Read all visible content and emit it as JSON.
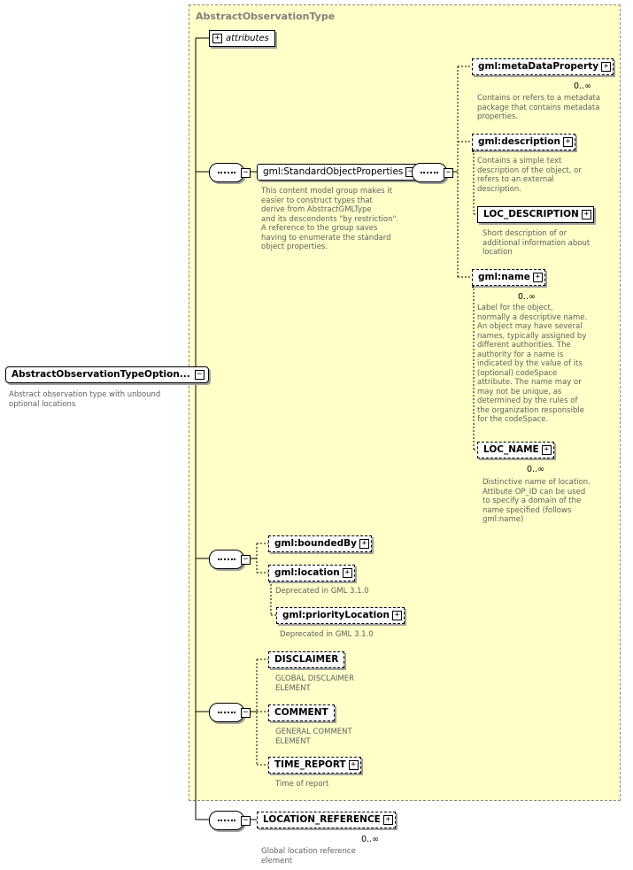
{
  "complex_type": {
    "title": "AbstractObservationType"
  },
  "root": {
    "label": "AbstractObservationTypeOption...",
    "description": "Abstract observation type with unbound\noptional locations"
  },
  "attributes": {
    "label": "attributes"
  },
  "group": {
    "label": "gml:StandardObjectProperties",
    "description": "This content model group makes it\neasier to construct types that\n        derive from AbstractGMLType\nand its descendents \"by restriction\".\n        A reference to the group saves\nhaving to enumerate the standard\nobject properties."
  },
  "elements": {
    "meta": {
      "label": "gml:metaDataProperty",
      "card": "0..∞",
      "description": "Contains or refers to a metadata\npackage that contains metadata\nproperties."
    },
    "description_el": {
      "label": "gml:description",
      "description": "Contains a simple text\ndescription of the object, or\nrefers to an external\ndescription."
    },
    "loc_description": {
      "label": "LOC_DESCRIPTION",
      "description": "Short description of or\nadditional information about\nlocation"
    },
    "name": {
      "label": "gml:name",
      "card": "0..∞",
      "description": "Label for the object,\nnormally a descriptive name.\nAn object may have several\nnames, typically assigned by\ndifferent authorities.  The\nauthority for a name is\nindicated by the value of its\n(optional) codeSpace\nattribute.  The name may or\nmay not be unique, as\ndetermined by the rules of\nthe organization responsible\nfor the codeSpace."
    },
    "loc_name": {
      "label": "LOC_NAME",
      "card": "0..∞",
      "description": "Distinctive name of location.\nAttibute OP_ID can be used\nto specify a domain of the\nname specified (follows\ngml:name)"
    },
    "bounded_by": {
      "label": "gml:boundedBy"
    },
    "location": {
      "label": "gml:location",
      "description": "Deprecated in GML 3.1.0"
    },
    "priority_location": {
      "label": "gml:priorityLocation",
      "description": "Deprecated in GML 3.1.0"
    },
    "disclaimer": {
      "label": "DISCLAIMER",
      "description": "GLOBAL DISCLAIMER\nELEMENT"
    },
    "comment": {
      "label": "COMMENT",
      "description": "GENERAL COMMENT\nELEMENT"
    },
    "time_report": {
      "label": "TIME_REPORT",
      "description": "Time of report"
    },
    "location_reference": {
      "label": "LOCATION_REFERENCE",
      "card": "0..∞",
      "description": "Global location reference\nelement"
    }
  },
  "colors": {
    "complex_type_bg": "#ffffc8",
    "line": "#000000",
    "desc_text": "#606060"
  },
  "icons": {
    "expand": "plus-box",
    "collapse": "minus-box",
    "sequence": "sequence-compositor",
    "choice": "choice-compositor"
  }
}
